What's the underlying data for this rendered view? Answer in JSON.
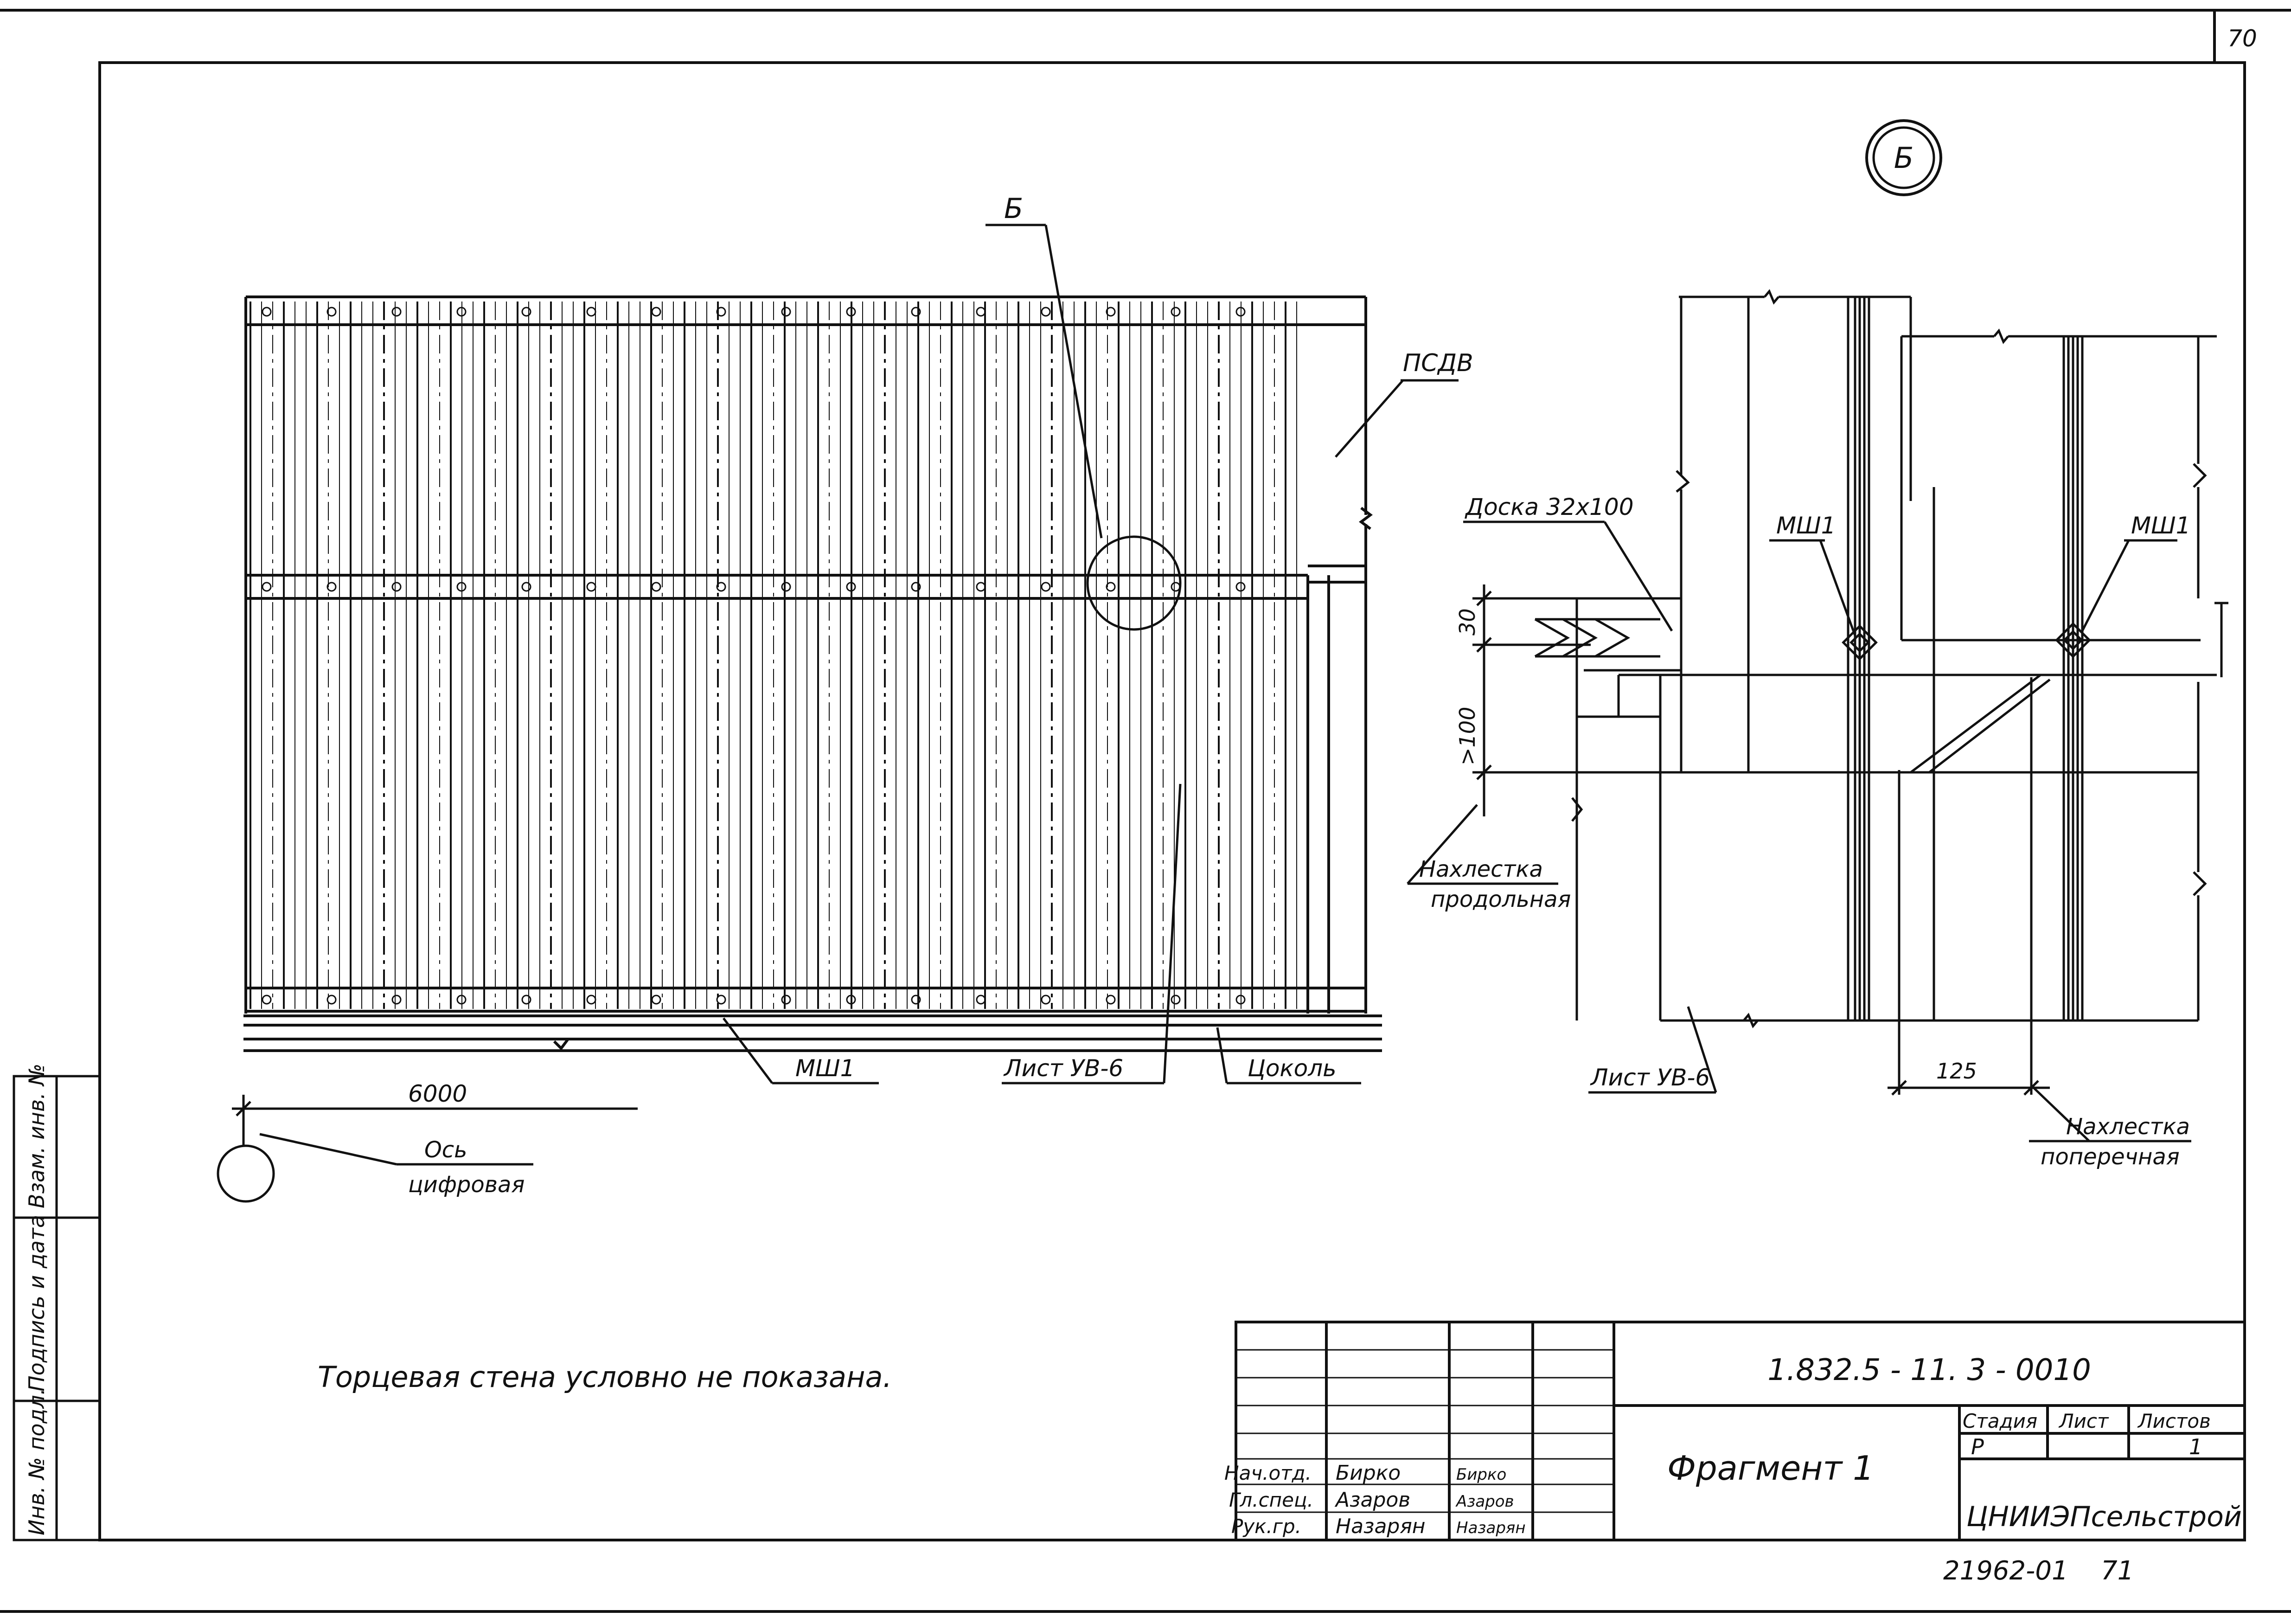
{
  "sheet": {
    "page_number": "70",
    "note": "Торцевая стена условно не показана.",
    "side_labels": [
      "Инв. № подл.",
      "Подпись и дата",
      "Взам. инв. №"
    ]
  },
  "left_view": {
    "callout_letter": "Б",
    "label_psdv": "ПСДВ",
    "label_msh": "МШ1",
    "label_sheet": "Лист УВ-6",
    "label_plinth": "Цоколь",
    "dim_span": "6000",
    "axis_label_1": "Ось",
    "axis_label_2": "цифровая"
  },
  "detail": {
    "marker": "Б",
    "board_label": "Доска 32х100",
    "msh_left": "МШ1",
    "msh_right": "МШ1",
    "dim_30": "30",
    "dim_100": ">100",
    "overlap_long_1": "Нахлестка",
    "overlap_long_2": "продольная",
    "sheet_label": "Лист УВ-6",
    "dim_125": "125",
    "overlap_cross_1": "Нахлестка",
    "overlap_cross_2": "поперечная"
  },
  "title_block": {
    "doc_code": "1.832.5 - 11. 3 - 0010",
    "title": "Фрагмент 1",
    "col_stage": "Стадия",
    "col_sheet": "Лист",
    "col_sheets": "Листов",
    "stage": "Р",
    "sheets_total": "1",
    "organization": "ЦНИИЭПсельстрой",
    "roles": [
      "Нач.отд.",
      "Гл.спец.",
      "Рук.гр."
    ],
    "names": [
      "Бирко",
      "Азаров",
      "Назарян"
    ],
    "signatures": [
      "Бирко",
      "Азаров",
      "Назарян"
    ],
    "footer_code": "21962-01",
    "footer_num": "71"
  }
}
